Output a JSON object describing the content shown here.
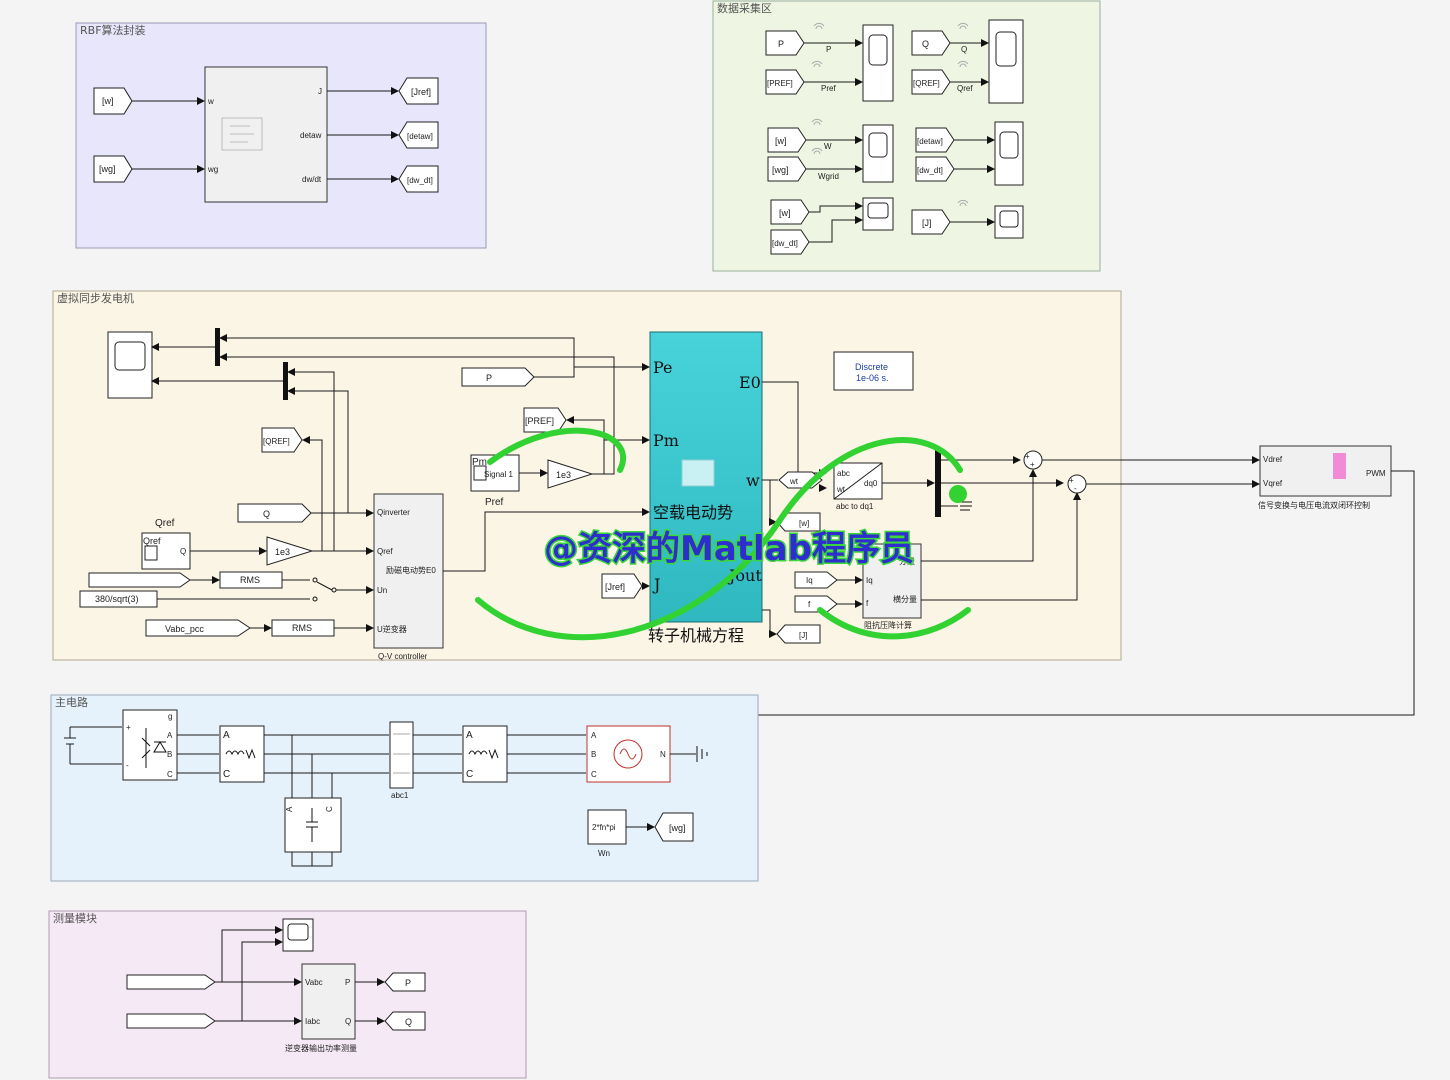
{
  "areas": {
    "rbf": "RBF算法封装",
    "data": "数据采集区",
    "vsg": "虚拟同步发电机",
    "main": "主电路",
    "meas": "测量模块"
  },
  "rbf": {
    "in_w": "[w]",
    "in_wg": "[wg]",
    "port_w": "w",
    "port_wg": "wg",
    "port_J": "J",
    "port_detaw": "detaw",
    "port_dwdt": "dw/dt",
    "out_Jref": "[Jref]",
    "out_detaw": "[detaw]",
    "out_dwdt": "[dw_dt]"
  },
  "data": {
    "P_from": "P",
    "P_sig": "P",
    "PREF_from": "[PREF]",
    "Pref_sig": "Pref",
    "Q_from": "Q",
    "Q_sig": "Q",
    "QREF_from": "[QREF]",
    "Qref_sig": "Qref",
    "w_from": "[w]",
    "W_sig": "W",
    "wg_from": "[wg]",
    "Wgrid_sig": "Wgrid",
    "detaw_from": "[detaw]",
    "dwdt_from": "[dw_dt]",
    "w2_from": "[w]",
    "dwdt2_from": "[dw_dt]",
    "J_from": "[J]"
  },
  "vsg": {
    "P_from": "P",
    "PREF_goto": "[PREF]",
    "QREF_goto": "[QREF]",
    "Q_from": "Q",
    "Qref_title": "Qref",
    "Qref_block": "Qref",
    "Qref_port": "Q",
    "gain1": "1e3",
    "gain2": "1e3",
    "signal1": "Signal 1",
    "pm_label": "Pm",
    "Pref_label": "Pref",
    "RMS1": "RMS",
    "RMS2": "RMS",
    "const": "380/sqrt(3)",
    "Vabc_pcc": "Vabc_pcc",
    "qv_Qinverter": "Qinverter",
    "qv_Qref": "Qref",
    "qv_Un": "Un",
    "qv_U": "U逆变器",
    "qv_E0": "励磁电动势E0",
    "qv_name": "Q-V controller",
    "rotor_Pe": "Pe",
    "rotor_Pm": "Pm",
    "rotor_E0": "E0",
    "rotor_w": "w",
    "rotor_Jout": "Jout",
    "rotor_J": "J",
    "rotor_noload": "空载电动势",
    "rotor_name": "转子机械方程",
    "Jref_from": "[Jref]",
    "wt": "wt",
    "w_goto": "[w]",
    "abc_in1": "abc",
    "abc_in2": "wt",
    "abc_out": "dq0",
    "abc_name": "abc to dq1",
    "Iq": "Iq",
    "f": "f",
    "imp_port1": "Iq",
    "imp_port2": "f",
    "imp_out1": "分量",
    "imp_out2": "横分量",
    "imp_name": "阻抗压降计算",
    "J_goto": "[J]",
    "powergui_line1": "Discrete",
    "powergui_line2": "1e-06 s.",
    "pwm_vd": "Vdref",
    "pwm_vq": "Vqref",
    "pwm_out": "PWM",
    "pwm_name": "信号变换与电压电流双闭环控制",
    "sum1_p1": "+",
    "sum1_p2": "+",
    "sum2_p1": "+",
    "sum2_p2": "-"
  },
  "main": {
    "inv_g": "g",
    "inv_plus": "+",
    "inv_minus": "-",
    "inv_A": "A",
    "inv_B": "B",
    "inv_C": "C",
    "abc1": "abc1",
    "gain_wn": "2*fn*pi",
    "wn_name": "Wn",
    "wg_goto": "[wg]",
    "src_N": "N"
  },
  "meas": {
    "Vabc": "Vabc",
    "Iabc": "Iabc",
    "P": "P",
    "Q": "Q",
    "P_goto": "P",
    "Q_goto": "Q",
    "name": "逆变器输出功率测量"
  },
  "watermark": "@资深的Matlab程序员",
  "colors": {
    "rbf_bg": "#e7e6fa",
    "data_bg": "#eef6e3",
    "vsg_bg": "#fbf5e6",
    "main_bg": "#e6f2fb",
    "meas_bg": "#f5e9f6",
    "rotor": "#3ec8cf",
    "watermark_fill": "#2e2ecf",
    "watermark_stroke": "#3bd63b"
  }
}
